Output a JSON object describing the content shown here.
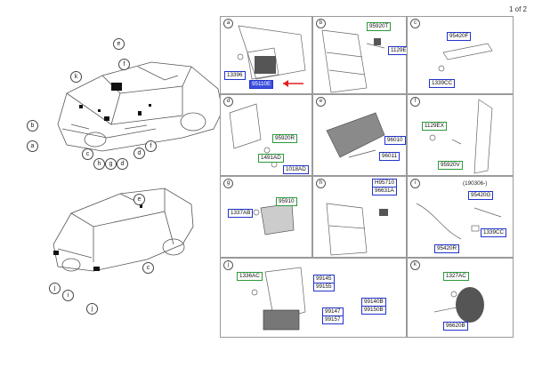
{
  "page": {
    "number": "1 of 2"
  },
  "colors": {
    "part_border_blue": "#2233cc",
    "part_border_green": "#2a9a3a",
    "highlight": "#3b4fe0",
    "arrow": "#e02020"
  },
  "overview": {
    "top_callouts": [
      "e",
      "k",
      "a",
      "b",
      "c",
      "d",
      "d",
      "f",
      "f",
      "g",
      "h"
    ],
    "bottom_callouts": [
      "e",
      "c",
      "j",
      "i",
      "j"
    ]
  },
  "panels": [
    {
      "letter": "a",
      "labels": [
        "13396",
        "95110E"
      ],
      "highlighted": "95110E"
    },
    {
      "letter": "b",
      "labels": [
        "95920T",
        "1129ED"
      ]
    },
    {
      "letter": "c",
      "labels": [
        "95420F",
        "1339CC"
      ]
    },
    {
      "letter": "d",
      "labels": [
        "95920R",
        "1491AD",
        "1018AD"
      ]
    },
    {
      "letter": "e",
      "labels": [
        "96010",
        "96011"
      ]
    },
    {
      "letter": "f",
      "labels": [
        "1129EX",
        "95920V"
      ]
    },
    {
      "letter": "g",
      "labels": [
        "1337AB",
        "95910"
      ]
    },
    {
      "letter": "h",
      "labels": [
        "H95710",
        "96631A"
      ]
    },
    {
      "letter": "i",
      "labels": [
        "95420G",
        "1339CC",
        "95420R"
      ],
      "note": "(190306-)"
    },
    {
      "letter": "j",
      "labels": [
        "1336AC",
        "99145",
        "99155",
        "99140B",
        "99150B",
        "99147",
        "99157"
      ]
    },
    {
      "letter": "k",
      "labels": [
        "1327AC",
        "96620B"
      ]
    }
  ]
}
